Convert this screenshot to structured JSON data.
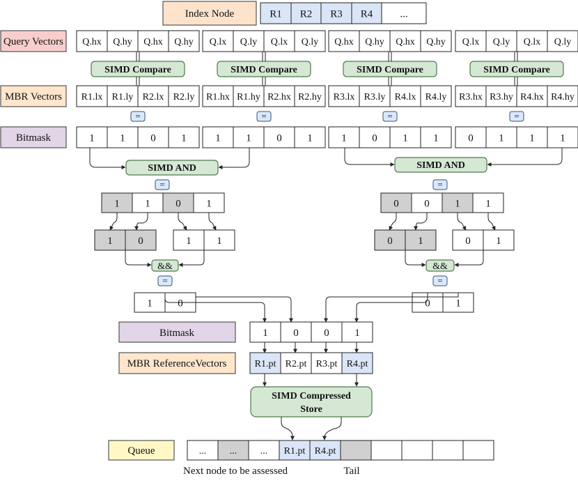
{
  "index_node": {
    "label": "Index Node",
    "entries": [
      "R1",
      "R2",
      "R3",
      "R4",
      "..."
    ]
  },
  "row_labels": {
    "query": "Query Vectors",
    "mbr": "MBR Vectors",
    "bitmask": "Bitmask"
  },
  "query_groups": [
    [
      "Q.hx",
      "Q.hy",
      "Q.hx",
      "Q.hy"
    ],
    [
      "Q.lx",
      "Q.ly",
      "Q.lx",
      "Q.ly"
    ],
    [
      "Q.hx",
      "Q.hy",
      "Q.hx",
      "Q.hy"
    ],
    [
      "Q.lx",
      "Q.ly",
      "Q.lx",
      "Q.ly"
    ]
  ],
  "simd_compare_label": "SIMD Compare",
  "mbr_groups": [
    [
      "R1.lx",
      "R1.ly",
      "R2.lx",
      "R2.ly"
    ],
    [
      "R1.hx",
      "R1.hy",
      "R2.hx",
      "R2.hy"
    ],
    [
      "R3.lx",
      "R3.ly",
      "R4.lx",
      "R4.ly"
    ],
    [
      "R3.hx",
      "R3.hy",
      "R4.hx",
      "R4.hy"
    ]
  ],
  "equals_symbol": "=",
  "bitmask_groups": [
    [
      "1",
      "1",
      "0",
      "1"
    ],
    [
      "1",
      "1",
      "0",
      "1"
    ],
    [
      "1",
      "0",
      "1",
      "1"
    ],
    [
      "0",
      "1",
      "1",
      "1"
    ]
  ],
  "simd_and_label": "SIMD AND",
  "and_symbol": "&&",
  "left_branch": {
    "and_result": [
      "1",
      "1",
      "0",
      "1"
    ],
    "split_a": [
      "1",
      "0"
    ],
    "split_b": [
      "1",
      "1"
    ],
    "final": [
      "1",
      "0"
    ]
  },
  "right_branch": {
    "and_result": [
      "0",
      "0",
      "1",
      "1"
    ],
    "split_a": [
      "0",
      "1"
    ],
    "split_b": [
      "0",
      "1"
    ],
    "final": [
      "0",
      "1"
    ]
  },
  "combined_bitmask": {
    "label": "Bitmask",
    "values": [
      "1",
      "0",
      "0",
      "1"
    ]
  },
  "mbr_reference": {
    "label": "MBR ReferenceVectors",
    "values": [
      "R1.pt",
      "R2.pt",
      "R3.pt",
      "R4.pt"
    ]
  },
  "compressed_store": {
    "line1": "SIMD Compressed",
    "line2": "Store"
  },
  "queue": {
    "label": "Queue",
    "cells": [
      "...",
      "...",
      "...",
      "R1.pt",
      "R4.pt",
      "",
      "",
      "",
      "",
      ""
    ],
    "next_caption": "Next node to be assessed",
    "tail_caption": "Tail"
  },
  "colors": {
    "index_node_fill": "#fde3cc",
    "index_entries_fill": "#dae6f7",
    "query_label_fill": "#f8cecc",
    "mbr_label_fill": "#ffe6cc",
    "bitmask_label_fill": "#e1d5e7",
    "op_fill": "#d5e8d4",
    "op_stroke": "#4f7a4a",
    "eq_fill": "#dae8fc",
    "gray_fill": "#d0d0d0",
    "queue_label_fill": "#fff8c6"
  }
}
